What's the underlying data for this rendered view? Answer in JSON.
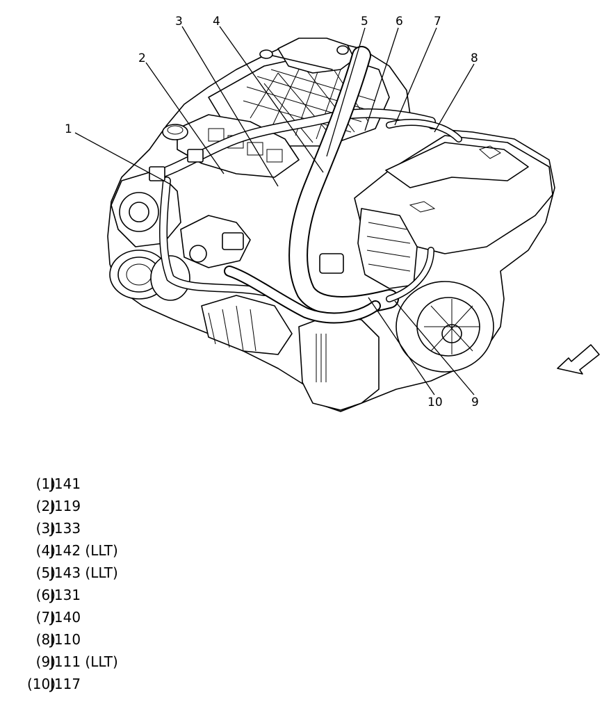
{
  "callouts": [
    {
      "num": "1"
    },
    {
      "num": "2"
    },
    {
      "num": "3"
    },
    {
      "num": "4"
    },
    {
      "num": "5"
    },
    {
      "num": "6"
    },
    {
      "num": "7"
    },
    {
      "num": "8"
    },
    {
      "num": "9"
    },
    {
      "num": "10"
    }
  ],
  "legend": [
    {
      "num": "(1)",
      "code": "J141"
    },
    {
      "num": "(2)",
      "code": "J119"
    },
    {
      "num": "(3)",
      "code": "J133"
    },
    {
      "num": "(4)",
      "code": "J142 (LLT)"
    },
    {
      "num": "(5)",
      "code": "J143 (LLT)"
    },
    {
      "num": "(6)",
      "code": "J131"
    },
    {
      "num": "(7)",
      "code": "J140"
    },
    {
      "num": "(8)",
      "code": "J110"
    },
    {
      "num": "(9)",
      "code": "J111 (LLT)"
    },
    {
      "num": "(10)",
      "code": "J117"
    }
  ]
}
